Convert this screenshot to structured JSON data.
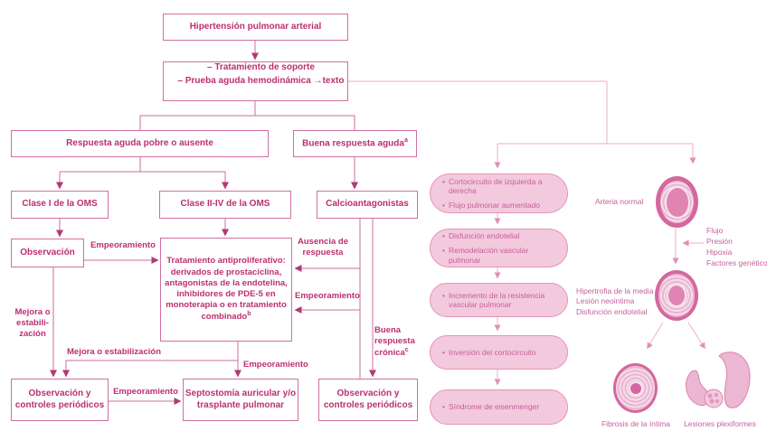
{
  "colors": {
    "flow_text": "#bc2f70",
    "flow_border": "#d06fa2",
    "flow_arrow": "#b03a76",
    "panel_fill": "#f3c9dd",
    "panel_border": "#e593ba",
    "panel_text": "#c75f99",
    "panel_line": "#ecaecd",
    "vessel_ring": "#d4689e"
  },
  "flow": {
    "title": "Hipertensión pulmonar arterial",
    "support_line1": "– Tratamiento de soporte",
    "support_line2": "– Prueba aguda hemodinámica →texto",
    "poor_response": "Respuesta aguda pobre o ausente",
    "good_acute": "Buena respuesta aguda",
    "good_acute_sup": "a",
    "who_class_1": "Clase I de la OMS",
    "who_class_2_4": "Clase II-IV de la OMS",
    "ccb": "Calcioantagonistas",
    "observation": "Observación",
    "antiproliferative": "Tratamiento antiproliferativo: derivados de prostaciclina, antagonistas de la endotelina, inhibidores de PDE-5 en monoterapia o en tratamiento combinado",
    "antiproliferative_sup": "b",
    "periodic_left": "Observación y controles periódicos",
    "septostomy": "Septostomía auricular y/o trasplante pulmonar",
    "periodic_right": "Observación y controles periódicos",
    "labels": {
      "worsening_obs": "Empeoramiento",
      "improve_vert_l1": "Mejora o",
      "improve_vert_l2": "estabili-",
      "improve_vert_l3": "zación",
      "improve_horiz": "Mejora o estabilización",
      "worsening_central": "Empeoramiento",
      "worsening_bottom": "Empeoramiento",
      "no_response_l1": "Ausencia de",
      "no_response_l2": "respuesta",
      "worsening_right": "Empeoramiento",
      "good_chronic_l1": "Buena",
      "good_chronic_l2": "respuesta",
      "good_chronic_l3": "crónica",
      "good_chronic_sup": "c"
    }
  },
  "pathogenesis": {
    "bullet": "•",
    "step1_line1": "Cortocircuito de izquierda a derecha",
    "step1_line2": "Flujo pulmonar aumentado",
    "step2_line1": "Disfunción endotelial",
    "step2_line2": "Remodelación vascular pulmonar",
    "step3": "Incremento de la resistencia vascular pulmonar",
    "step4": "Inversión del cortocircuito",
    "step5": "Síndrome de eisenmenger"
  },
  "histology": {
    "normal_artery": "Arteria normal",
    "factor1": "Flujo",
    "factor2": "Presión",
    "factor3": "Hipoxia",
    "factor4": "Factores genéticos",
    "media_l1": "Hipertrofia de la media",
    "media_l2": "Lesión neointima",
    "media_l3": "Disfunción endotelial",
    "fibrosis": "Fibrosis de la íntima",
    "plexiform": "Lesiones plexiformes"
  }
}
